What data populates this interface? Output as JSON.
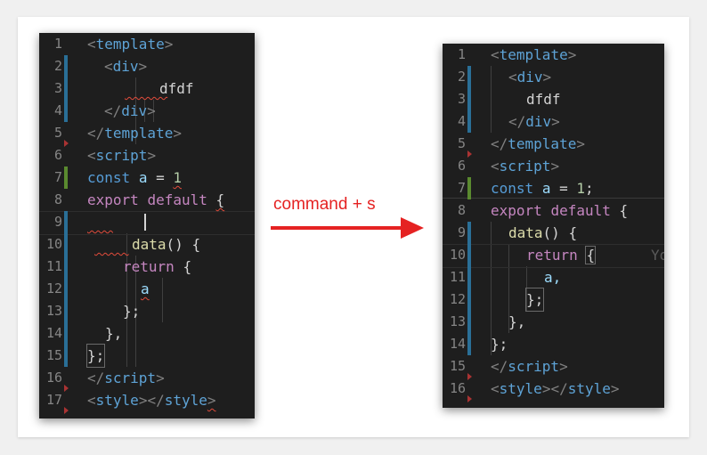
{
  "annotation": {
    "label": "command + s"
  },
  "before": {
    "line_numbers": [
      "1",
      "2",
      "3",
      "4",
      "5",
      "6",
      "7",
      "8",
      "9",
      "10",
      "11",
      "12",
      "13",
      "14",
      "15",
      "16",
      "17"
    ],
    "lines": {
      "l1": [
        "<",
        "template",
        ">"
      ],
      "l2": [
        "<",
        "div",
        ">"
      ],
      "l3": "dfdf",
      "l4": [
        "</",
        "div",
        ">"
      ],
      "l5": [
        "</",
        "template",
        ">"
      ],
      "l6": [
        "<",
        "script",
        ">"
      ],
      "l7": [
        "const",
        "a",
        "=",
        "1"
      ],
      "l8": [
        "export",
        "default",
        "{"
      ],
      "l10": [
        "data",
        "()",
        "{"
      ],
      "l11": [
        "return",
        "{"
      ],
      "l12": "a",
      "l13": "};",
      "l14": "},",
      "l15": "};",
      "l16": [
        "</",
        "script",
        ">"
      ],
      "l17": [
        "<",
        "style",
        "></",
        "style",
        ">"
      ]
    }
  },
  "after": {
    "line_numbers": [
      "1",
      "2",
      "3",
      "4",
      "5",
      "6",
      "7",
      "8",
      "9",
      "10",
      "11",
      "12",
      "13",
      "14",
      "15",
      "16"
    ],
    "lines": {
      "l1": [
        "<",
        "template",
        ">"
      ],
      "l2": [
        "<",
        "div",
        ">"
      ],
      "l3": "dfdf",
      "l4": [
        "</",
        "div",
        ">"
      ],
      "l5": [
        "</",
        "template",
        ">"
      ],
      "l6": [
        "<",
        "script",
        ">"
      ],
      "l7": [
        "const",
        "a",
        "=",
        "1",
        ";"
      ],
      "l8": [
        "export",
        "default",
        "{"
      ],
      "l9": [
        "data",
        "()",
        "{"
      ],
      "l10": [
        "return",
        "{"
      ],
      "l10_ghost": "Yo",
      "l11": "a,",
      "l12": "};",
      "l13": "},",
      "l14": "};",
      "l15": [
        "</",
        "script",
        ">"
      ],
      "l16": [
        "<",
        "style",
        "></",
        "style",
        ">"
      ]
    }
  }
}
